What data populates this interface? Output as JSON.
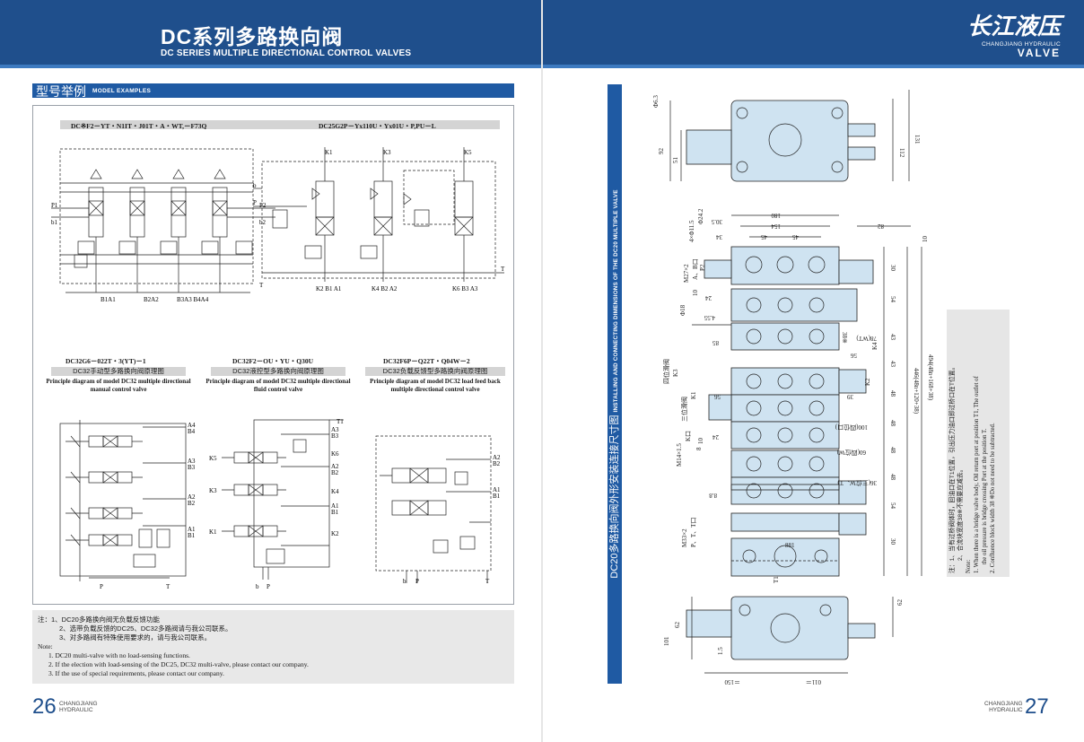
{
  "header": {
    "title_cn": "DC系列多路换向阀",
    "title_en": "DC SERIES MULTIPLE DIRECTIONAL CONTROL VALVES"
  },
  "logo": {
    "script": "长江液压",
    "sub": "CHANGJIANG HYDRAULIC",
    "valve": "VALVE"
  },
  "section": {
    "title_cn": "型号举例",
    "title_en": "MODEL EXAMPLES"
  },
  "diagrams": {
    "top_left_code": "DC※F2－YT・N1IT・J01T・A・WT,－F73Q",
    "top_right_code": "DC25G2P－Yx110U・Yx01U・P,PU－L",
    "d1_code": "DC32G6－022T・3(YT)－1",
    "d1_cap_cn": "DC32手动型多路换向阀原理图",
    "d1_cap_en": "Principle diagram of model DC32 multiple directional manual control valve",
    "d2_code": "DC32F2－OU・YU・Q30U",
    "d2_cap_cn": "DC32液控型多路换向阀原理图",
    "d2_cap_en": "Principle diagram of model DC32 multiple directional fluid control valve",
    "d3_code": "DC32F6P－Q22T・Q04W－2",
    "d3_cap_cn": "DC32负载反馈型多路换向阀原理图",
    "d3_cap_en": "Principle diagram of model DC32 load feed back multiple directional control valve",
    "lbl": {
      "P1": "P1",
      "b1": "b1",
      "P2": "P2",
      "b2": "b2",
      "T": "T",
      "b": "b",
      "P": "P",
      "K1": "K1",
      "K3": "K3",
      "K5": "K5",
      "W": "W",
      "B1A1": "B1A1",
      "B2A2": "B2A2",
      "B3A3B4A4": "B3A3 B4A4",
      "K2B1A1": "K2 B1 A1",
      "K4B2A2": "K4 B2 A2",
      "K6B3A3": "K6 B3 A3",
      "A4": "A4",
      "B4": "B4",
      "A3": "A3",
      "B3": "B3",
      "A2": "A2",
      "B2": "B2",
      "A1": "A1",
      "B1": "B1",
      "T1": "T1",
      "K6": "K6",
      "K4": "K4",
      "K2": "K2"
    }
  },
  "note_left": {
    "head_cn": "注：",
    "cn1": "1、DC20多路换向阀无负载反馈功能",
    "cn2": "2、选带负载反馈的DC25、DC32多路阀请与我公司联系。",
    "cn3": "3、对多路阀有特殊使用要求的，请与我公司联系。",
    "head_en": "Note:",
    "en1": "1. DC20 multi-valve with no load-sensing functions.",
    "en2": "2. If the election with load-sensing of the DC25, DC32 multi-valve, please contact our company.",
    "en3": "3. If the use of special requirements, please contact our company."
  },
  "page_left": {
    "number": "26",
    "brand1": "CHANGJIANG",
    "brand2": "HYDRAULIC"
  },
  "page_right": {
    "number": "27",
    "brand1": "CHANGJIANG",
    "brand2": "HYDRAULIC"
  },
  "right_band": {
    "cn": "DC20多路换向阀外形安装连接尺寸图",
    "en": "INSTALLING AND CONNECTING DIMENSIONS OF THE DC20 MULTIPLE VALVE"
  },
  "dims": {
    "d_phi63": "Φ6.3",
    "d92": "92",
    "d51": "51",
    "d112": "112",
    "d131": "131",
    "d_4holes": "4×Φ11.5",
    "d_phi242": "Φ24.2",
    "d180": "180",
    "d154": "154",
    "d45a": "45",
    "d45b": "45",
    "d34": "34",
    "d305": "30.5",
    "d82": "82",
    "d10": "10",
    "m27": "M27×2",
    "ab": "A、B口",
    "p2": "P2",
    "d30a": "30",
    "d54a": "54",
    "d43a": "43",
    "d43b": "43",
    "d48a": "48",
    "d48b": "48",
    "d48c": "48",
    "d48d": "48",
    "d54b": "54",
    "d30b": "30",
    "phi18": "Φ18",
    "d24": "24",
    "d455": "4.55",
    "d10b": "10",
    "d388": "38※",
    "d78": "78(WT)",
    "d85": "85",
    "d56a": "56",
    "siwei": "四位滑阀",
    "k3": "K3",
    "k4": "K4",
    "k2": "K2",
    "sanwei": "三位滑阀",
    "k1": "K1",
    "d56b": "56",
    "d39": "39",
    "total1": "446(48n+120+38)",
    "total2": "494(48n+168+38)",
    "m14": "M14×1.5",
    "kk": "K口",
    "d8": "8",
    "d24b": "24",
    "d10c": "10",
    "d100": "100(四位口)",
    "d60": "60(四位W)",
    "d36": "36(三位W、T)",
    "m33": "M33×2",
    "ptt": "P、T、T口",
    "d88": "8.8",
    "d881": "881",
    "t1": "T1",
    "d62a": "62",
    "d101": "101",
    "d62b": "62",
    "d15": "1.5",
    "d150": "＝150",
    "d110": "011＝"
  },
  "note_right": {
    "head_cn": "注：",
    "cn1": "1、当有过桥阀体时，回油口在T1位置，引出压力油口即过桥口在T位置。",
    "cn2": "2、合流块宽度38※不需要应减去。",
    "head_en": "Note:",
    "en1": "1. When there is a bridge valve body, Oil return port at position T1, The outlet of",
    "en1b": "the oil pressure is bridge crossing Port at the position T.",
    "en2": "2. Confluence block width 38 ※Do not need to be subtracted."
  }
}
